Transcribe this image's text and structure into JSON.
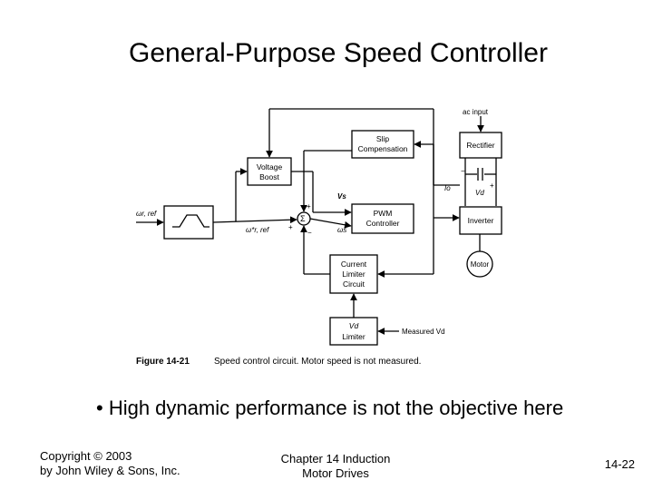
{
  "slide": {
    "title": "General-Purpose Speed Controller",
    "bullet": "• High dynamic performance is not the objective here"
  },
  "diagram": {
    "blocks": {
      "slip_line1": "Slip",
      "slip_line2": "Compensation",
      "voltage_line1": "Voltage",
      "voltage_line2": "Boost",
      "pwm_line1": "PWM",
      "pwm_line2": "Controller",
      "current_line1": "Current",
      "current_line2": "Limiter",
      "current_line3": "Circuit",
      "vd_limiter_line1": "Vd",
      "vd_limiter_line2": "Limiter",
      "rectifier": "Rectifier",
      "inverter": "Inverter",
      "motor": "Motor"
    },
    "labels": {
      "ac_input": "ac input",
      "omega_ref": "ωr, ref",
      "omega_ref_star": "ω*r, ref",
      "vs": "Vs",
      "omega_s": "ωs",
      "io": "Io",
      "vd": "Vd",
      "measured_vd": "Measured Vd",
      "sigma": "Σ",
      "plus": "+",
      "minus": "−"
    },
    "caption_label": "Figure 14-21",
    "caption_text": "Speed control circuit. Motor speed is not measured."
  },
  "footer": {
    "copyright_line1": "Copyright © 2003",
    "copyright_line2": "by John Wiley & Sons, Inc.",
    "chapter_line1": "Chapter 14 Induction",
    "chapter_line2": "Motor Drives",
    "page_number": "14-22"
  }
}
